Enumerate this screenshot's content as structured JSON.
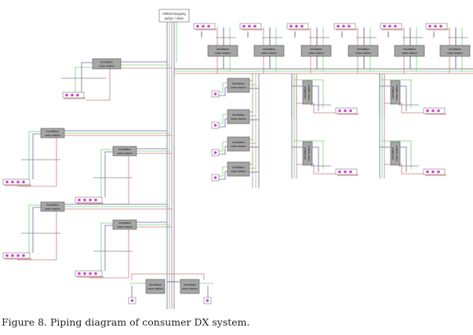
{
  "figure": {
    "caption": "Figure 8. Piping diagram of consumer DX system.",
    "source_label_line1": "Kälteerzeugung",
    "source_label_line2": "außen / oben",
    "station_label_line1": "Ventilation",
    "station_label_line2": "valve station"
  },
  "colors": {
    "pipe_blue": "#6e6ea8",
    "pipe_green": "#7fd07f",
    "pipe_red": "#c88080",
    "pipe_dark": "#555566",
    "station_fill": "#a6a6a6",
    "unit_dot": "#cc44cc"
  },
  "groups": {
    "top_row_stations": 6,
    "left_stations": 5,
    "middle_column_stations": 4,
    "right_column_a_stations": 2,
    "right_column_b_stations": 2,
    "bottom_stations": 2
  }
}
